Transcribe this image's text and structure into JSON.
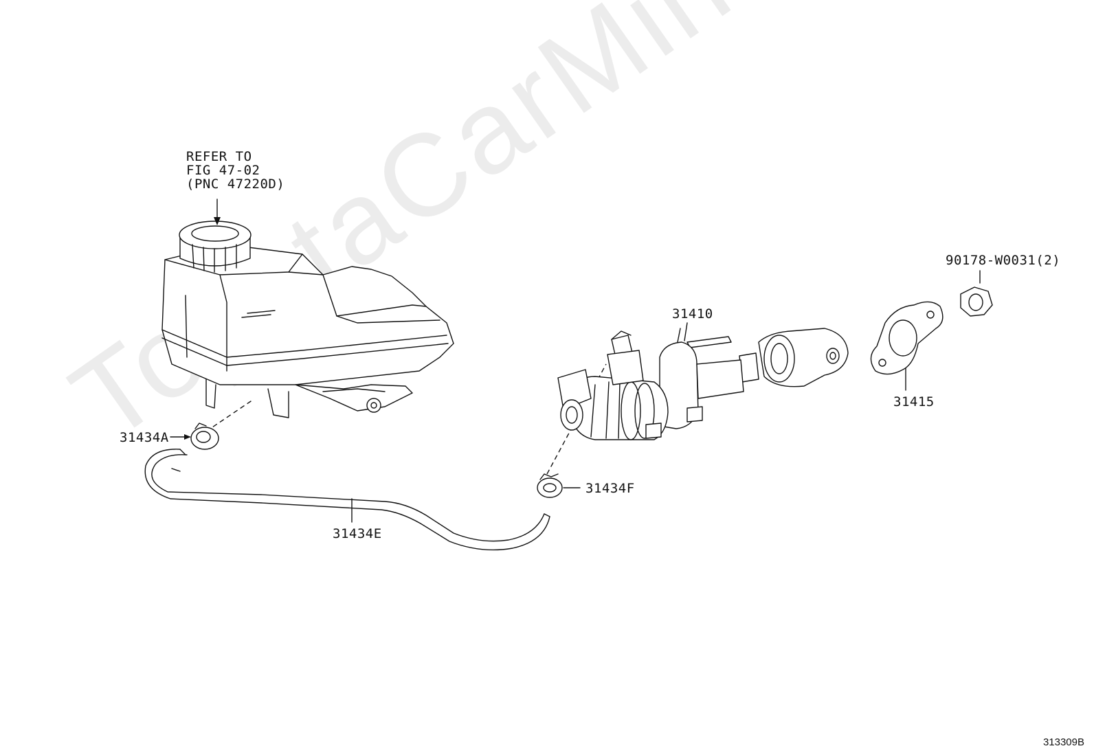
{
  "watermark": "ToyotaCarMine.ru",
  "diagram_code": "313309B",
  "reference_note": {
    "line1": "REFER TO",
    "line2": "FIG 47-02",
    "line3": "(PNC 47220D)"
  },
  "parts": {
    "master_cylinder": "31410",
    "gasket": "31415",
    "nut": "90178-W0031(2)",
    "clip_a": "31434A",
    "hose": "31434E",
    "clip_f": "31434F"
  }
}
